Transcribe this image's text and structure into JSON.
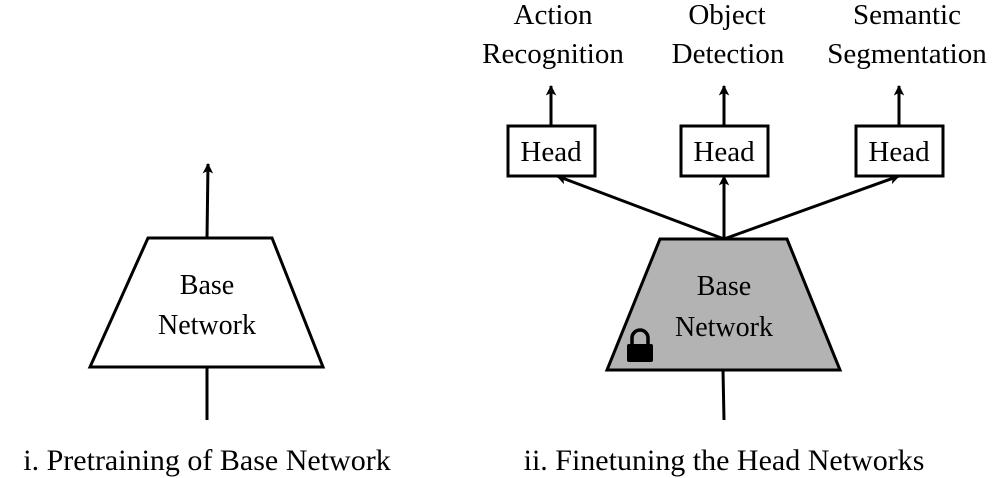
{
  "left_panel": {
    "base_network": {
      "line1": "Base",
      "line2": "Network",
      "fill": "#ffffff"
    },
    "caption": "i. Pretraining of Base Network"
  },
  "right_panel": {
    "base_network": {
      "line1": "Base",
      "line2": "Network",
      "fill": "#b3b3b3",
      "icon": "lock-icon"
    },
    "heads": [
      {
        "label": "Head",
        "task_line1": "Action",
        "task_line2": "Recognition"
      },
      {
        "label": "Head",
        "task_line1": "Object",
        "task_line2": "Detection"
      },
      {
        "label": "Head",
        "task_line1": "Semantic",
        "task_line2": "Segmentation"
      }
    ],
    "caption": "ii. Finetuning the Head Networks"
  },
  "colors": {
    "stroke": "#000000",
    "frozen_fill": "#b3b3b3"
  }
}
